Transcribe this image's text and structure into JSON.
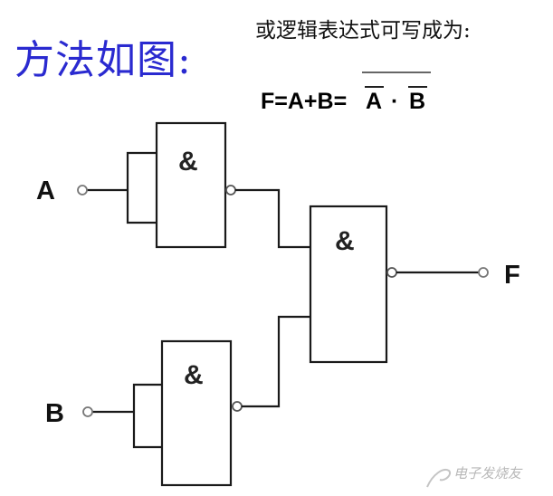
{
  "heading": {
    "title": "方法如图:",
    "subtitle": "或逻辑表达式可写成为:"
  },
  "equation": {
    "left": "F=A+B=",
    "a_bar": "A",
    "dot": "·",
    "b_bar": "B"
  },
  "circuit": {
    "gate_symbol": "&",
    "input_a": "A",
    "input_b": "B",
    "output_f": "F"
  },
  "watermark": "电子发烧友",
  "colors": {
    "title": "#2a2ad0",
    "ink": "#1a1a1a",
    "watermark": "#b8b8b8"
  }
}
